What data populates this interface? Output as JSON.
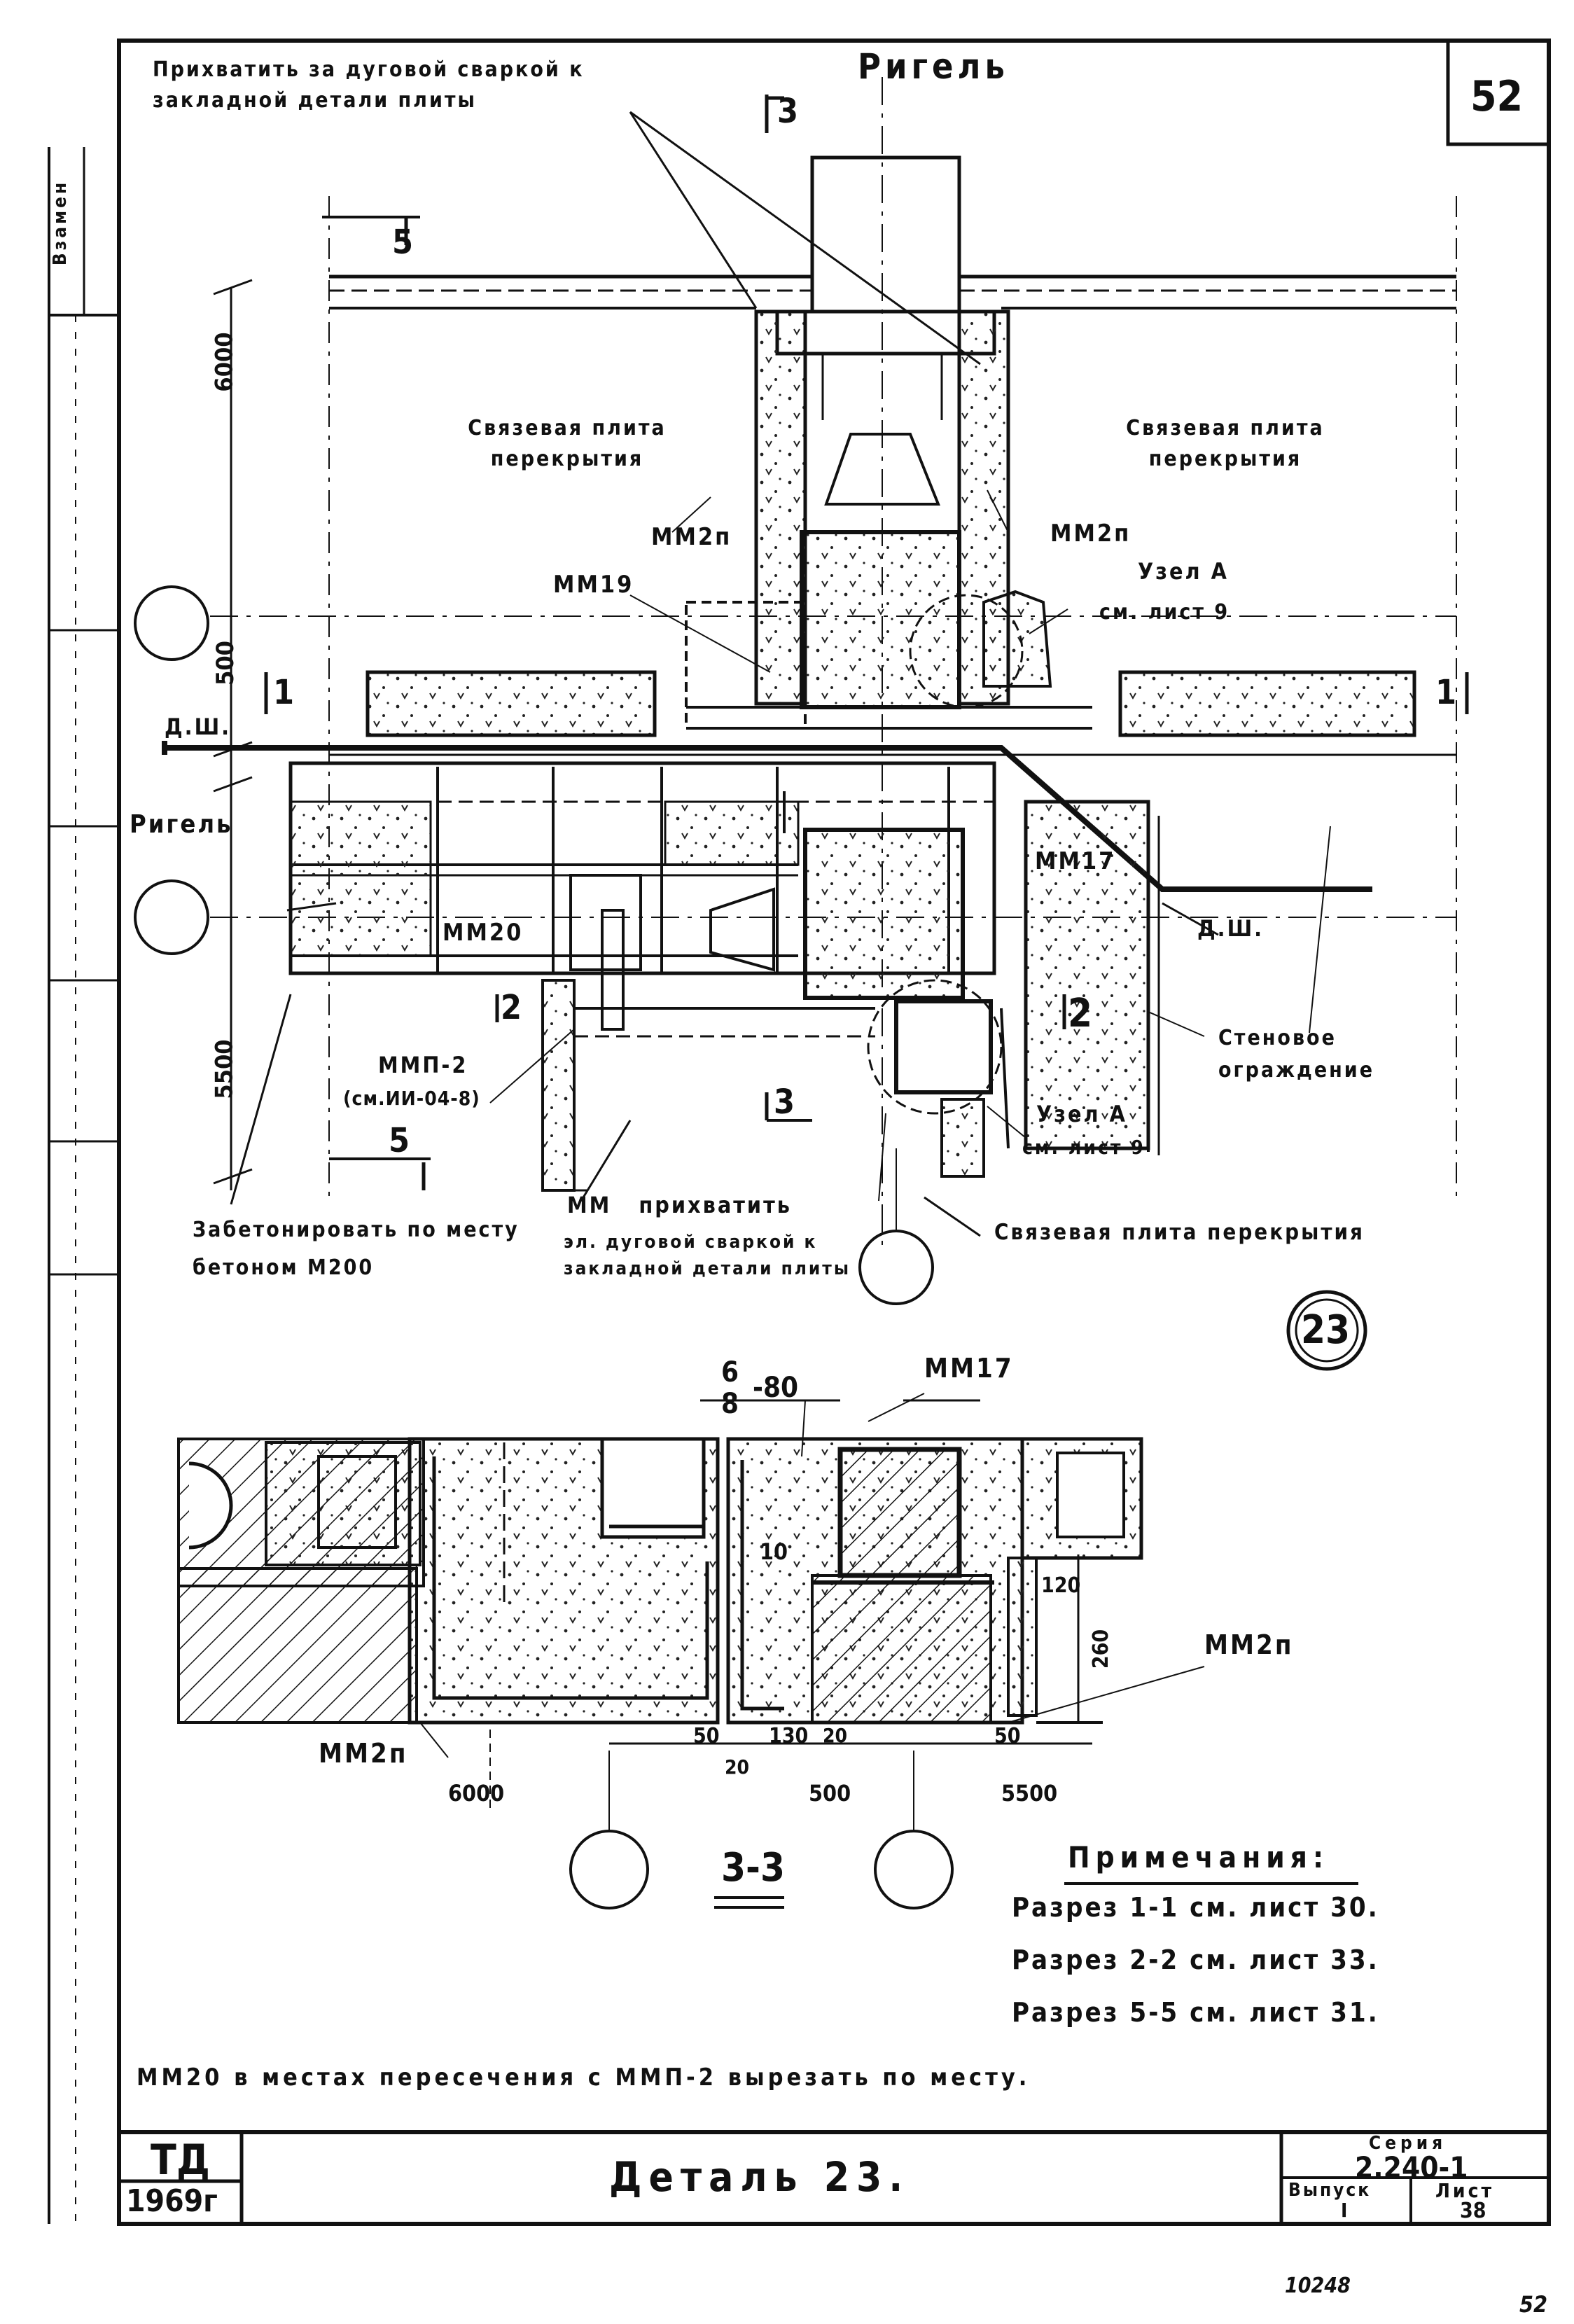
{
  "sheet_number": "52",
  "side_stamp": "Взамен",
  "top_note": "Прихватить за дуговой сваркой к закладной детали плиты",
  "riegel_top": "Ригель",
  "riegel_left": "Ригель",
  "section_marks": {
    "s3": "3",
    "s5": "5",
    "s1": "1",
    "s2": "2"
  },
  "dims": {
    "d6000": "6000",
    "d500": "500",
    "d5500": "5500"
  },
  "svyaz_plate_left": "Связевая плита перекрытия",
  "svyaz_plate_right": "Связевая плита перекрытия",
  "svyaz_plate_bottom": "Связевая плита перекрытия",
  "mm2p_left": "ММ2п",
  "mm2p_right": "ММ2п",
  "mm19": "ММ19",
  "mm17": "ММ17",
  "mm20": "ММ20",
  "dsh_left": "Д.Ш.",
  "dsh_right": "Д.Ш.",
  "node_a_top": "Узел А",
  "node_a_top_ref": "см. лист 9",
  "node_a_bottom": "Узел А",
  "node_a_bottom_ref": "см. лист 9",
  "wall_fence": "Стеновое ограждение",
  "mmp2": "ММП-2",
  "mmp2_ref": "(см.ИИ-04-8)",
  "concrete_note": "Забетонировать по месту бетоном М200",
  "mm_weld_note_a": "ММ   прихватить",
  "mm_weld_note_b": "эл. дуговой сваркой к закладной детали плиты",
  "detail_number": "23",
  "section_name": "3-3",
  "sec_labels": {
    "frac_top": "6",
    "frac_bot": "8",
    "frac_tail": "-80",
    "mm17": "ММ17",
    "mm2p_right": "ММ2п",
    "mm2p_left": "ММ2п",
    "d10": "10",
    "d120": "120",
    "d260": "260",
    "d50a": "50",
    "d130": "130",
    "d20a": "20",
    "d50b": "50",
    "d20b": "20",
    "d6000": "6000",
    "d500": "500",
    "d5500": "5500"
  },
  "notes_title": "Примечания:",
  "notes": [
    "Разрез 1-1 см. лист 30.",
    "Разрез 2-2 см. лист 33.",
    "Разрез 5-5 см. лист 31."
  ],
  "cut_note": "ММ20 в местах пересечения с ММП-2 вырезать по месту.",
  "title_block": {
    "org": "ТД",
    "year": "1969г",
    "title": "Деталь 23.",
    "series_label": "Серия",
    "series_value": "2.240-1",
    "issue_label": "Выпуск",
    "issue_value": "I",
    "sheet_label": "Лист",
    "sheet_value": "38"
  },
  "footer_left": "10248",
  "footer_right": "52"
}
